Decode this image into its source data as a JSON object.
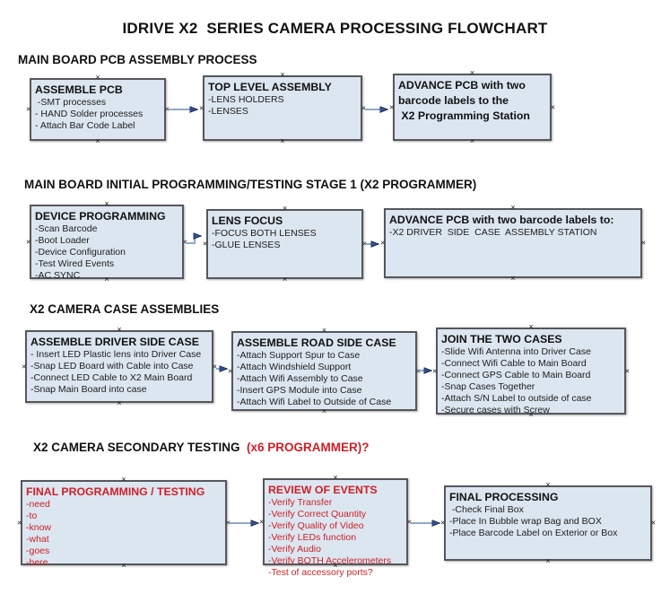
{
  "title": "IDRIVE X2  SERIES CAMERA PROCESSING FLOWCHART",
  "colors": {
    "box_fill": "#dce6f1",
    "box_border": "#55575c",
    "red_text": "#cd2026",
    "black_text": "#1a1a1a",
    "arrow_line": "#91a9c7",
    "arrow_head": "#2d4f8e"
  },
  "icons": {
    "connection_handle": "×"
  },
  "sections": [
    {
      "heading": "MAIN BOARD PCB ASSEMBLY PROCESS",
      "boxes": [
        {
          "title": "ASSEMBLE PCB",
          "items": [
            " -SMT processes",
            "- HAND Solder processes",
            "- Attach Bar Code Label"
          ]
        },
        {
          "title": "TOP LEVEL ASSEMBLY",
          "items": [
            "-LENS HOLDERS",
            "-LENSES"
          ]
        },
        {
          "title": "",
          "items": [
            "ADVANCE PCB with two",
            "barcode labels to the",
            " X2 Programming Station"
          ]
        }
      ]
    },
    {
      "heading": "MAIN BOARD INITIAL PROGRAMMING/TESTING STAGE 1 (X2 PROGRAMMER)",
      "boxes": [
        {
          "title": "DEVICE PROGRAMMING",
          "items": [
            "-Scan Barcode",
            "-Boot Loader",
            "-Device Configuration",
            "-Test Wired Events",
            "-AC SYNC"
          ]
        },
        {
          "title": "LENS FOCUS",
          "items": [
            "-FOCUS BOTH LENSES",
            "-GLUE LENSES"
          ]
        },
        {
          "title": "ADVANCE PCB with two barcode labels to:",
          "items": [
            "-X2 DRIVER  SIDE  CASE  ASSEMBLY STATION"
          ]
        }
      ]
    },
    {
      "heading": "X2 CAMERA CASE ASSEMBLIES",
      "boxes": [
        {
          "title": "ASSEMBLE DRIVER SIDE CASE",
          "items": [
            "- Insert LED Plastic lens into Driver Case",
            "-Snap LED Board with Cable into Case",
            "-Connect LED Cable to X2 Main Board",
            "-Snap Main Board into case"
          ]
        },
        {
          "title": "ASSEMBLE ROAD SIDE CASE",
          "items": [
            "-Attach Support Spur to Case",
            "-Attach Windshield Support",
            "-Attach Wifi Assembly to Case",
            "-Insert GPS Module into Case",
            "-Attach Wifi Label to Outside of Case"
          ]
        },
        {
          "title": "JOIN THE TWO CASES",
          "items": [
            "-Slide Wifi Antenna into Driver Case",
            "-Connect Wifi Cable to Main Board",
            "-Connect GPS Cable to Main Board",
            "-Snap Cases Together",
            "-Attach S/N Label to outside of case",
            "-Secure cases with Screw"
          ]
        }
      ]
    },
    {
      "heading": "X2 CAMERA SECONDARY TESTING  ",
      "heading_red": "(x6 PROGRAMMER)?",
      "boxes": [
        {
          "title": "FINAL PROGRAMMING / TESTING",
          "items": [
            "-need",
            "-to",
            "-know",
            "-what",
            "-goes",
            "-here"
          ]
        },
        {
          "title": "REVIEW OF EVENTS",
          "items": [
            "-Verify Transfer",
            "-Verify Correct Quantity",
            "-Verify Quality of Video",
            "-Verify LEDs function",
            "-Verify Audio",
            "-Verify BOTH Accelerometers",
            "-Test of accessory ports?"
          ]
        },
        {
          "title": "FINAL PROCESSING",
          "items": [
            " -Check Final Box",
            "-Place In Bubble wrap Bag and BOX",
            "-Place Barcode Label on Exterior or Box"
          ]
        }
      ]
    }
  ]
}
